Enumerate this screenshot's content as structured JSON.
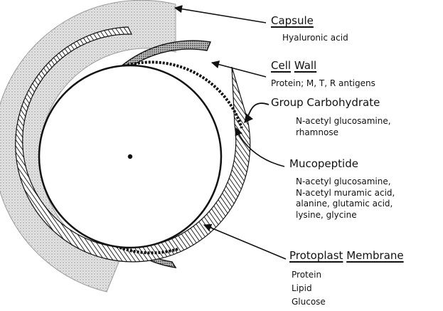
{
  "capsule": {
    "title": "Capsule",
    "components": [
      "Hyaluronic acid"
    ]
  },
  "cell_wall": {
    "title_part1": "Cell",
    "title_part2": "Wall",
    "components": [
      "Protein; M, T, R antigens"
    ]
  },
  "group_carbohydrate": {
    "title": "Group Carbohydrate",
    "components": [
      "N-acetyl glucosamine,",
      "rhamnose"
    ]
  },
  "mucopeptide": {
    "title": "Mucopeptide",
    "components": [
      "N-acetyl glucosamine,",
      "N-acetyl muramic acid,",
      "alanine, glutamic acid,",
      "lysine, glycine"
    ]
  },
  "protoplast_membrane": {
    "title_part1": "Protoplast",
    "title_part2": "Membrane",
    "components": [
      "Protein",
      "Lipid",
      "Glucose"
    ]
  },
  "colors": {
    "ink": "#111111",
    "capsule_fill": "#d9d9d9",
    "cell_wall_fill": "#9a9a9a",
    "background": "#ffffff"
  }
}
